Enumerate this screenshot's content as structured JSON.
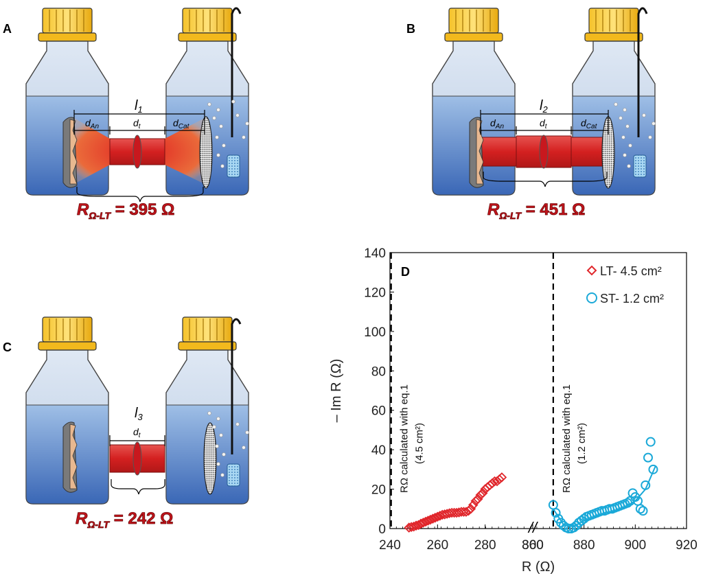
{
  "panels": {
    "A": {
      "letter": "A",
      "length_label": "l",
      "length_sub": "1",
      "d_an": "d",
      "d_an_sub": "An",
      "d_t": "d",
      "d_t_sub": "t",
      "d_cat": "d",
      "d_cat_sub": "Cat",
      "r_label": "R",
      "r_sub": "Ω-LT",
      "r_value": "= 395 Ω"
    },
    "B": {
      "letter": "B",
      "length_label": "l",
      "length_sub": "2",
      "d_an": "d",
      "d_an_sub": "An",
      "d_t": "d",
      "d_t_sub": "t",
      "d_cat": "d",
      "d_cat_sub": "Cat",
      "r_label": "R",
      "r_sub": "Ω-LT",
      "r_value": "= 451 Ω"
    },
    "C": {
      "letter": "C",
      "length_label": "l",
      "length_sub": "3",
      "d_t": "d",
      "d_t_sub": "t",
      "r_label": "R",
      "r_sub": "Ω-LT",
      "r_value": "= 242 Ω"
    }
  },
  "chart_data": {
    "panel_letter": "D",
    "type": "scatter",
    "xlabel": "R (Ω)",
    "ylabel": "– Im R (Ω)",
    "y_ticks": [
      0,
      20,
      40,
      60,
      80,
      100,
      120,
      140
    ],
    "x_ticks_left": [
      240,
      260,
      280,
      300
    ],
    "x_ticks_right": [
      860,
      880,
      900,
      920
    ],
    "axis_break": "//",
    "ylim": [
      0,
      140
    ],
    "xlim_left": [
      240,
      300
    ],
    "xlim_right": [
      860,
      920
    ],
    "annotations": [
      {
        "line1": "RΩ calculated with eq.1",
        "line2": "(4.5 cm²)",
        "x_data": 240.5
      },
      {
        "line1": "RΩ calculated with eq.1",
        "line2": "(1.2 cm²)",
        "x_data": 868.0
      }
    ],
    "series": [
      {
        "name": "LT- 4.5 cm²",
        "marker": "diamond",
        "color": "#e0262b",
        "x": [
          248,
          249,
          250,
          251,
          252,
          253,
          254,
          255,
          256,
          257,
          258,
          259,
          260,
          261,
          262,
          263,
          264,
          265,
          266,
          267,
          268,
          269,
          270,
          271,
          272,
          273,
          274,
          275,
          276,
          277,
          278,
          279,
          280,
          281,
          282,
          283,
          284,
          285,
          286,
          287
        ],
        "y": [
          0.5,
          0.8,
          1.0,
          1.5,
          1.8,
          2.5,
          3,
          3.5,
          4,
          4.5,
          5,
          5.5,
          6,
          6.5,
          7,
          7.2,
          7.5,
          7.8,
          8,
          8,
          8,
          8.2,
          8.5,
          8.5,
          8.5,
          9,
          10,
          12,
          14,
          15,
          17,
          18,
          20,
          21,
          22,
          23,
          24,
          24,
          25,
          26
        ]
      },
      {
        "name": "ST- 1.2 cm²",
        "marker": "circle",
        "color": "#1ba9d8",
        "x": [
          868,
          869,
          870,
          871,
          872,
          873,
          874,
          875,
          876,
          877,
          878,
          879,
          880,
          881,
          882,
          883,
          884,
          885,
          886,
          887,
          888,
          889,
          890,
          891,
          892,
          893,
          894,
          895,
          896,
          897,
          898,
          899,
          900,
          901,
          902,
          903,
          904,
          905,
          906,
          907
        ],
        "y": [
          12,
          8,
          5,
          3,
          1.5,
          0.5,
          0,
          0,
          0.5,
          1.5,
          3,
          4,
          5,
          6,
          6.5,
          7,
          7.5,
          8,
          8.5,
          9,
          9,
          9.5,
          10,
          10,
          10.5,
          11,
          11.5,
          12,
          12.5,
          13,
          14,
          18,
          16,
          14,
          10,
          9,
          22,
          36,
          44,
          30
        ],
        "fit_x": [
          868,
          872,
          876,
          880,
          884,
          888,
          892,
          896,
          900,
          904,
          908
        ],
        "fit_y": [
          10,
          2,
          1,
          4,
          6,
          8,
          9,
          11,
          14,
          20,
          32
        ]
      }
    ]
  }
}
